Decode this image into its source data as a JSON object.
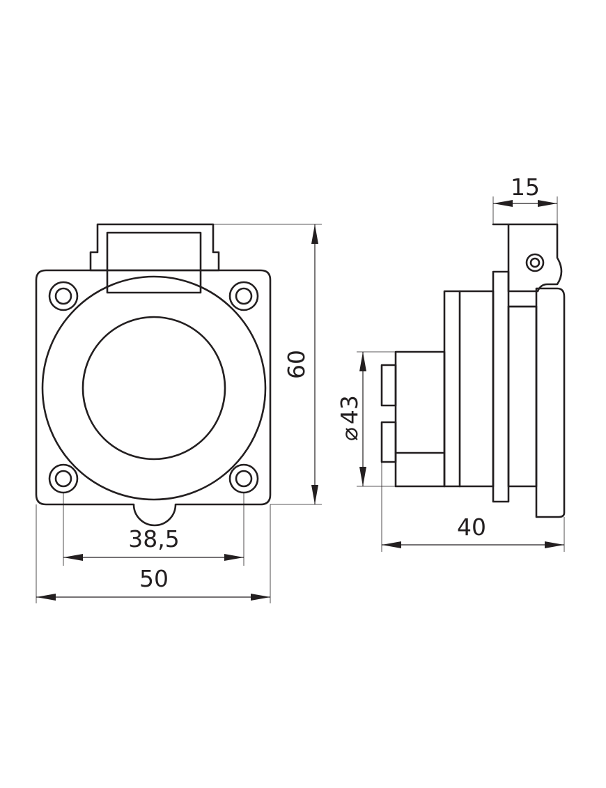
{
  "drawing": {
    "stroke_color": "#231f20",
    "background_color": "#ffffff",
    "dimensions": {
      "overall_width": "50",
      "hole_spacing": "38,5",
      "overall_height": "60",
      "body_diameter": "43",
      "diameter_symbol": "⌀",
      "overall_depth": "40",
      "flange_depth": "15"
    }
  }
}
